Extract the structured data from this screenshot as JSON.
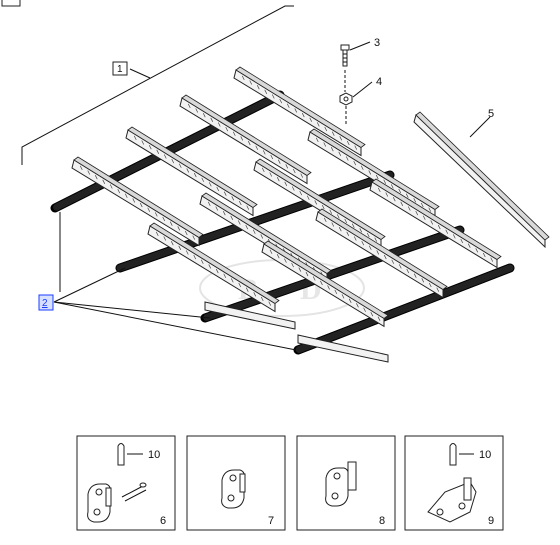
{
  "callouts": {
    "c1": "1",
    "c2": "2",
    "c3": "3",
    "c4": "4",
    "c5": "5",
    "c6": "6",
    "c7": "7",
    "c8": "8",
    "c9": "9",
    "c10a": "10",
    "c10b": "10"
  },
  "colors": {
    "line": "#222222",
    "highlight": "#1a3cff",
    "highlight_fill": "#d8e0ff"
  }
}
